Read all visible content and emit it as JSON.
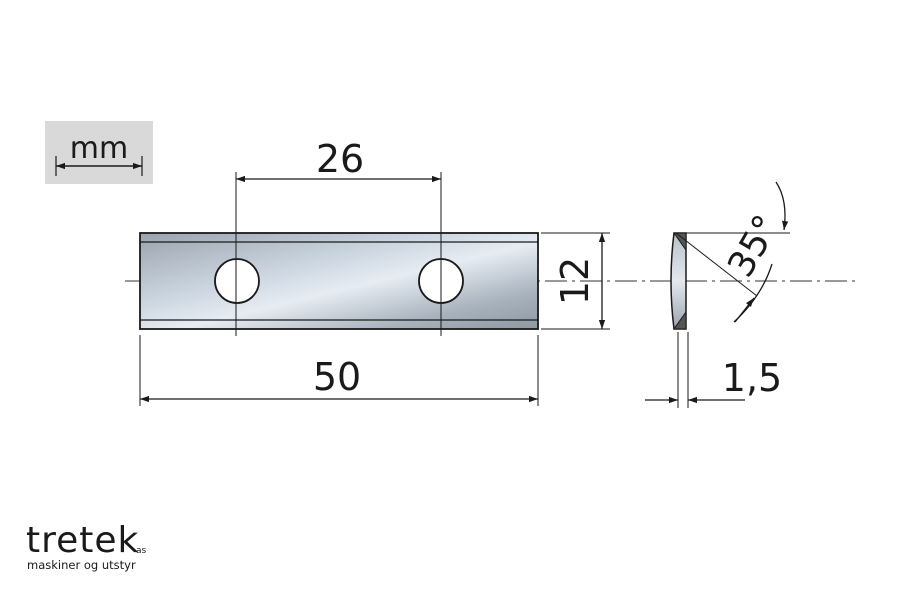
{
  "unit_label": "mm",
  "dimensions": {
    "hole_spacing": "26",
    "length": "50",
    "width": "12",
    "thickness": "1,5",
    "angle": "35°"
  },
  "logo": {
    "name": "tretek",
    "suffix": "as",
    "tagline": "maskiner og utstyr"
  },
  "colors": {
    "line": "#1a1a1a",
    "unit_box": "#d9d9d9"
  }
}
